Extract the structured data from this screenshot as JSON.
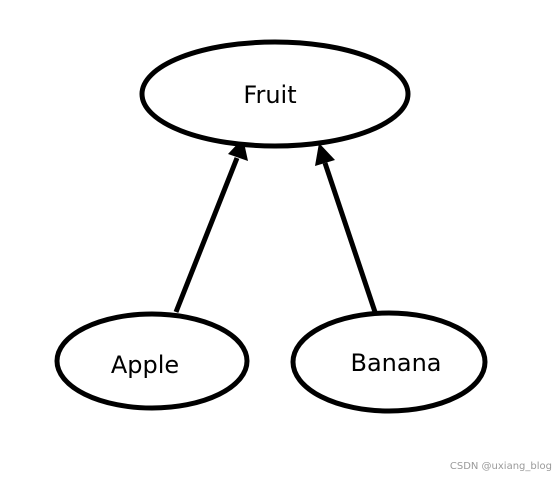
{
  "diagram": {
    "nodes": [
      {
        "id": "fruit",
        "label": "Fruit"
      },
      {
        "id": "apple",
        "label": "Apple"
      },
      {
        "id": "banana",
        "label": "Banana"
      }
    ],
    "edges": [
      {
        "from": "apple",
        "to": "fruit"
      },
      {
        "from": "banana",
        "to": "fruit"
      }
    ]
  },
  "watermark": "CSDN @uxiang_blog",
  "colors": {
    "stroke": "#000000",
    "background": "#ffffff",
    "watermark": "#9a9a9a"
  }
}
